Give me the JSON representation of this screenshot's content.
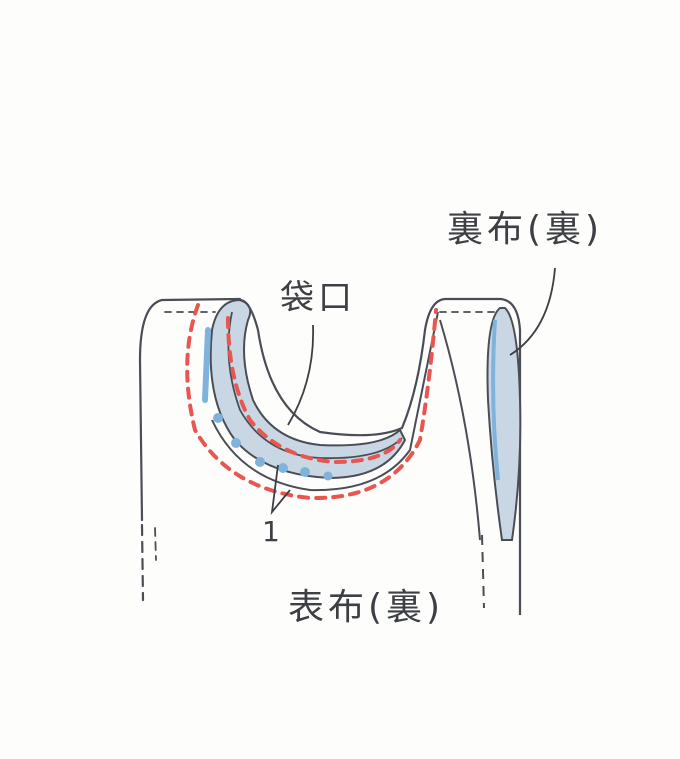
{
  "labels": {
    "lining_wrong_side": "裏布(裏)",
    "bag_opening": "袋口",
    "seam_allowance": "1",
    "outer_wrong_side": "表布(裏)"
  },
  "colors": {
    "outline": "#4a4d55",
    "lining_fill": "#c9d6e3",
    "lining_blue": "#7fb3dc",
    "stitch_red": "#e8574f"
  }
}
